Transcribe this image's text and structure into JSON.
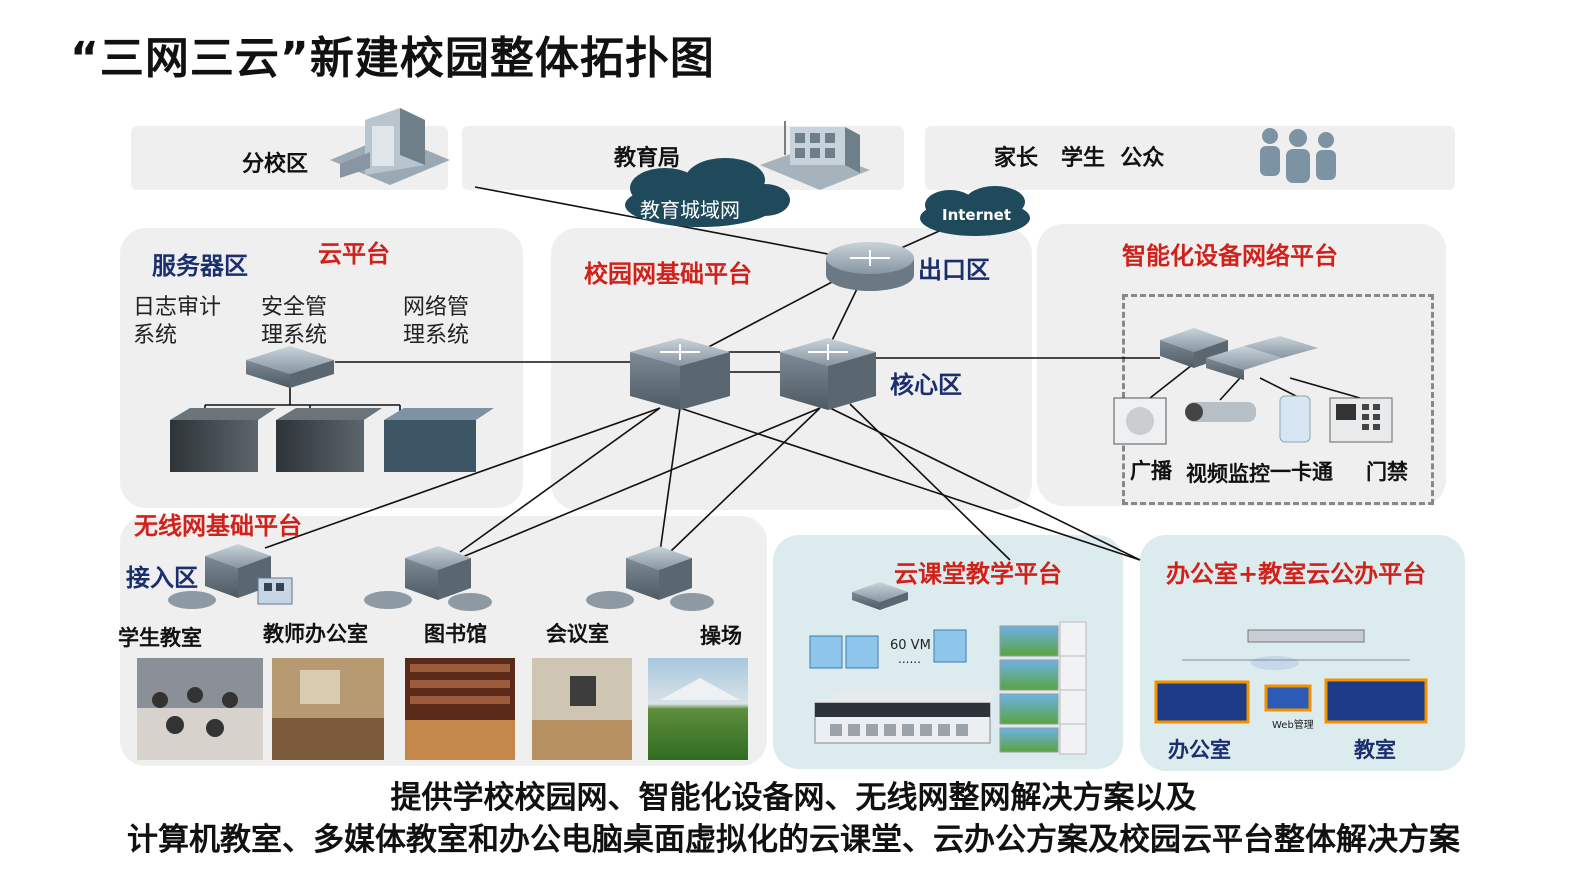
{
  "title": "“三网三云”新建校园整体拓扑图",
  "top": {
    "branch": "分校区",
    "bureau": "教育局",
    "public": "家长   学生  公众",
    "city_net": "教育城域网",
    "internet": "Internet"
  },
  "server_panel": {
    "zone": "服务器区",
    "cloud": "云平台",
    "sys1": "日志审计系统",
    "sys2": "安全管理系统",
    "sys3": "网络管理系统"
  },
  "campus_panel": {
    "title": "校园网基础平台",
    "exit": "出口区",
    "core": "核心区"
  },
  "smart_panel": {
    "title": "智能化设备网络平台",
    "devices": [
      "广播",
      "视频监控",
      "一卡通",
      "门禁"
    ]
  },
  "wireless_panel": {
    "title": "无线网基础平台",
    "access": "接入区",
    "places": [
      "学生教室",
      "教师办公室",
      "图书馆",
      "会议室",
      "操场"
    ]
  },
  "cloud_class": {
    "title": "云课堂教学平台",
    "vm": "60 VM",
    "dots": "......"
  },
  "office_panel": {
    "title": "办公室+教室云公办平台",
    "office": "办公室",
    "classroom": "教室",
    "web": "Web管理"
  },
  "bottom": {
    "line1": "提供学校校园网、智能化设备网、无线网整网解决方案以及",
    "line2": "计算机教室、多媒体教室和办公电脑桌面虚拟化的云课堂、云办公方案及校园云平台整体解决方案"
  },
  "colors": {
    "red": "#d0221b",
    "navy": "#1b2f6e",
    "panel": "#efefef",
    "cyan_panel": "#dcebee",
    "device": "#8a9aa6",
    "cloud": "#1f4a5c"
  }
}
